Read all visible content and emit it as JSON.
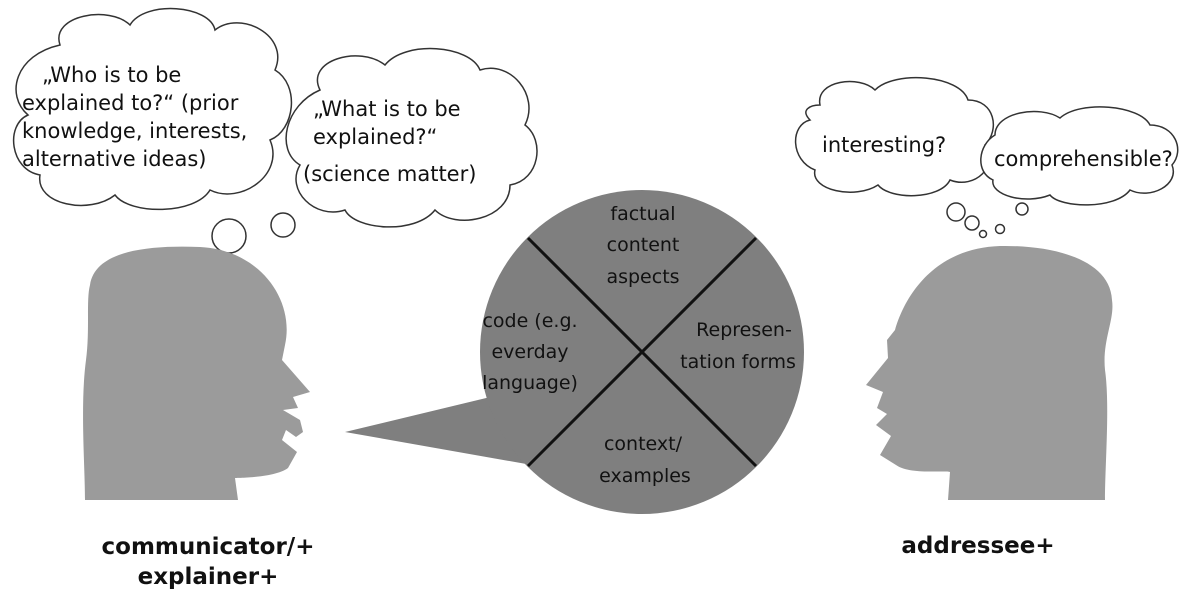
{
  "left_person": {
    "label_line1": "communicator/+",
    "label_line2": "explainer+",
    "thought1": {
      "lines": [
        "„Who is to be",
        "explained to?“ (prior",
        "knowledge, interests,",
        "alternative ideas)"
      ]
    },
    "thought2": {
      "lines": [
        "„What is to be",
        "explained?“",
        "(science matter)"
      ]
    }
  },
  "right_person": {
    "label": "addressee+",
    "thought_a": "interesting?",
    "thought_b": "comprehensible?"
  },
  "circle": {
    "top": [
      "factual",
      "content",
      "aspects"
    ],
    "left": [
      "code (e.g.",
      "everday",
      "language)"
    ],
    "right": [
      "Represen-",
      "tation forms"
    ],
    "bottom": [
      "context/",
      "examples"
    ]
  },
  "colors": {
    "head": "#9b9b9b",
    "circle": "#7f7f7f",
    "line": "#111111",
    "cloud_stroke": "#333333"
  }
}
